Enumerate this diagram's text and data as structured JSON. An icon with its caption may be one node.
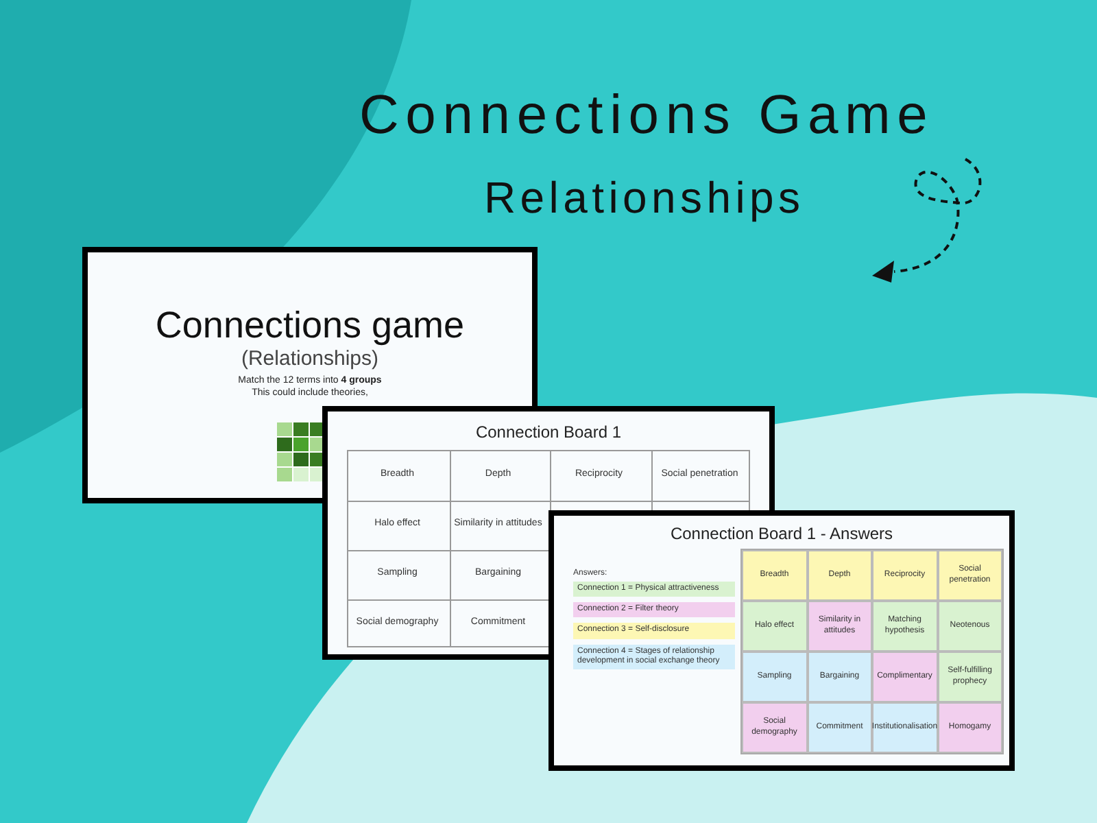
{
  "diagram": {
    "title": "Connections Game",
    "nodes": [
      {
        "text": [
          "Connections game",
          "(Relationships)",
          "Match the 12 terms into **4 groups**",
          "This could include theories,"
        ]
      },
      {
        "text": [
          "Connection Board 1"
        ]
      },
      {
        "text": [
          "Connection Board 1 - Answers"
        ]
      }
    ],
    "edges": [],
    "labels": [
      "Relationships",
      "Breadth",
      "Depth",
      "Reciprocity",
      "Social penetration",
      "Halo effect",
      "Similarity in attitudes",
      "Sampling",
      "Bargaining",
      "Social demography",
      "Commitment",
      "Answers:",
      "Breadth",
      "Depth",
      "Reciprocity",
      "Social penetration",
      "Halo effect",
      "Similarity in attitudes",
      "Matching hypothesis",
      "Neotenous",
      "Sampling",
      "Bargaining",
      "Complimentary",
      "Self-fulfilling prophecy",
      "Social demography",
      "Commitment",
      "Institutionalisation",
      "Homogamy"
    ],
    "legend": [
      {
        "text": "Connection 1 = Physical attractiveness",
        "color": "#d9f2d0"
      },
      {
        "text": "Connection 2 = Filter theory",
        "color": "#f2cfee"
      },
      {
        "text": "Connection 3 = Self-disclosure",
        "color": "#fdf7b4"
      },
      {
        "text": "Connection 4 = Stages of relationship development in social exchange theory",
        "color": "#d3eefb"
      }
    ]
  }
}
